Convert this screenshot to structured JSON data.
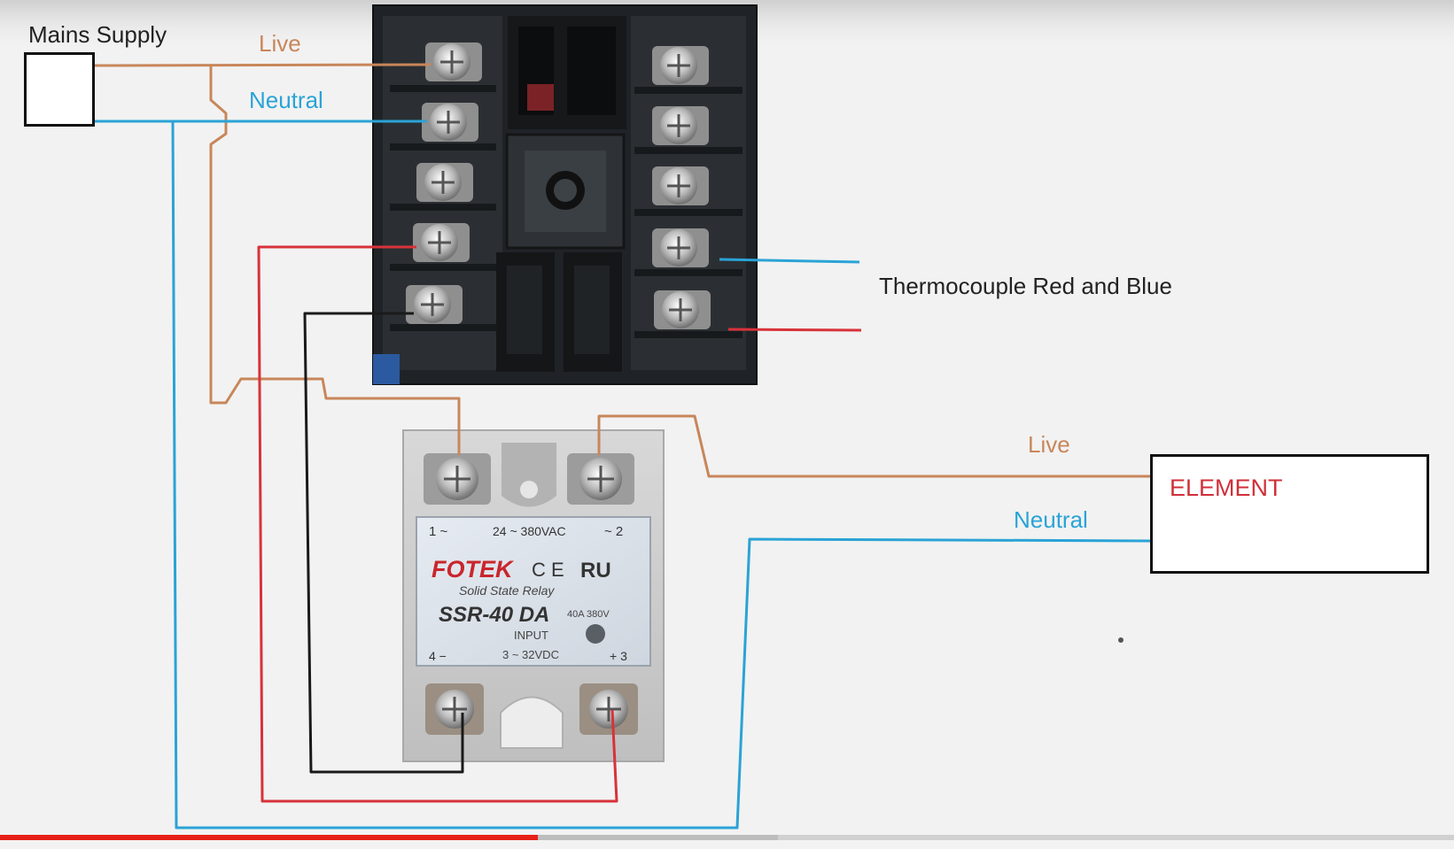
{
  "labels": {
    "mains_supply": "Mains Supply",
    "live_top": "Live",
    "neutral_top": "Neutral",
    "thermocouple": "Thermocouple Red and Blue",
    "live_right": "Live",
    "neutral_right": "Neutral",
    "element": "ELEMENT"
  },
  "ssr": {
    "brand": "FOTEK",
    "subtitle": "Solid State Relay",
    "model": "SSR-40 DA",
    "rating": "40A 380V",
    "output": "24 ~ 380VAC",
    "input_label": "INPUT",
    "input_range": "3 ~ 32VDC",
    "t1": "1 ~",
    "t2": "~ 2",
    "t3": "+ 3",
    "t4": "4 −"
  },
  "colors": {
    "live": "#c8865a",
    "neutral": "#2aa3d6",
    "thermo_red": "#d8323a",
    "black": "#1a1a1a",
    "element_text": "#d0303a",
    "progress": "#e62117"
  },
  "video_progress": {
    "played_fraction": 0.37,
    "buffered_fraction": 0.535
  }
}
